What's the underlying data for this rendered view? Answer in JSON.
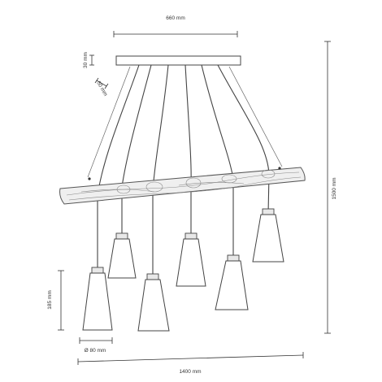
{
  "dimensions": {
    "canopy_width": "660 mm",
    "canopy_height": "30 mm",
    "canopy_depth": "50 mm",
    "total_height": "1500 mm",
    "shade_height": "185 mm",
    "shade_diameter": "Ø 80 mm",
    "beam_length": "1400 mm"
  },
  "colors": {
    "line": "#444444",
    "beam": "#efefef",
    "shade": "#ffffff"
  }
}
